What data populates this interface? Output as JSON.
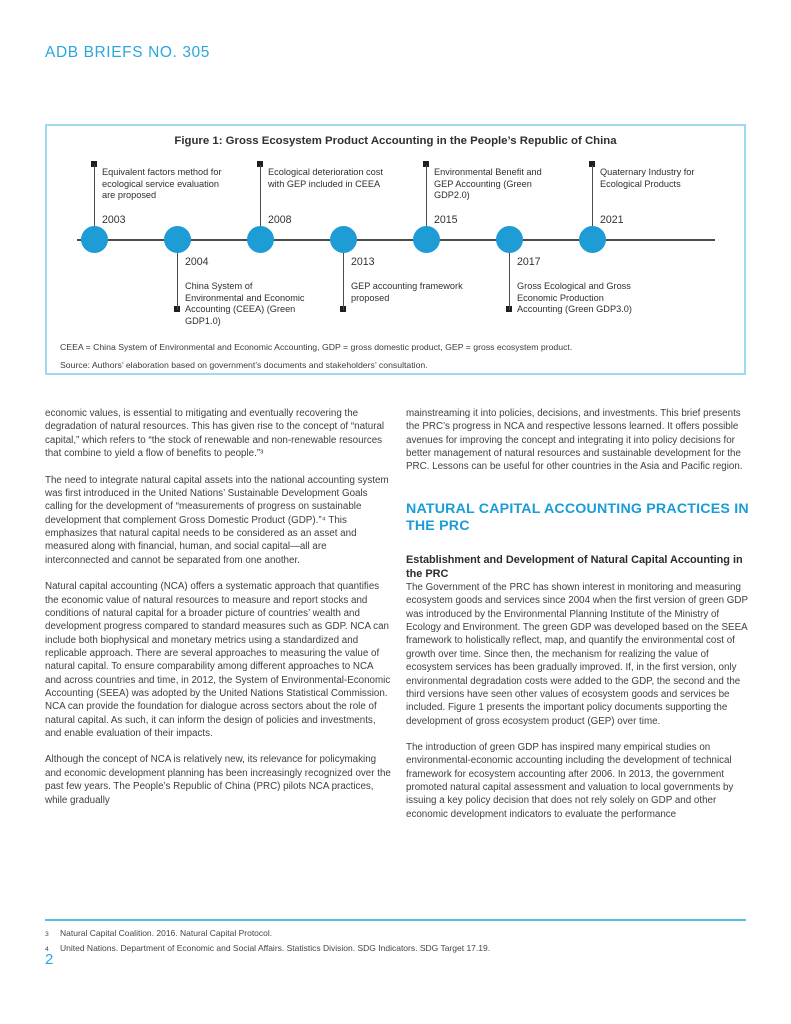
{
  "page": {
    "header": "ADB BRIEFS NO. 305",
    "page_number": "2"
  },
  "colors": {
    "accent_blue": "#2aa7de",
    "heading_blue": "#1a9cd8",
    "timeline_dot_blue": "#1e9cd6",
    "figure_border_blue": "#a2d9f2",
    "body_text": "#3f3f3f"
  },
  "figure": {
    "title": "Figure 1: Gross Ecosystem Product Accounting in the People’s Republic of China",
    "milestones": [
      {
        "year": "2003",
        "direction": "up",
        "label": "Equivalent factors method for ecological service evaluation are proposed"
      },
      {
        "year": "2004",
        "direction": "down",
        "label": "China System of Environmental and Economic Accounting (CEEA) (Green GDP1.0)"
      },
      {
        "year": "2008",
        "direction": "up",
        "label": "Ecological deterioration cost with GEP included in CEEA"
      },
      {
        "year": "2013",
        "direction": "down",
        "label": "GEP accounting framework proposed"
      },
      {
        "year": "2015",
        "direction": "up",
        "label": "Environmental Benefit and GEP Accounting (Green GDP2.0)"
      },
      {
        "year": "2017",
        "direction": "down",
        "label": "Gross Ecological and Gross Economic Production Accounting (Green GDP3.0)"
      },
      {
        "year": "2021",
        "direction": "up",
        "label": "Quaternary Industry for Ecological Products"
      }
    ],
    "abbreviations": "CEEA = China System of Environmental and Economic Accounting, GDP = gross domestic product, GEP = gross ecosystem product.",
    "source": "Source: Authors’ elaboration based on government’s documents and stakeholders’ consultation."
  },
  "columns": {
    "left": {
      "paragraphs": [
        "economic values, is essential to mitigating and eventually recovering the degradation of natural resources. This has given rise to the concept of “natural capital,” which refers to “the stock of renewable and non-renewable resources that combine to yield a flow of benefits to people.”³",
        "The need to integrate natural capital assets into the national accounting system was first introduced in the United Nations’ Sustainable Development Goals calling for the development of “measurements of progress on sustainable development that complement Gross Domestic Product (GDP).”⁴ This emphasizes that natural capital needs to be considered as an asset and measured along with financial, human, and social capital—all are interconnected and cannot be separated from one another.",
        "Natural capital accounting (NCA) offers a systematic approach that quantifies the economic value of natural resources to measure and report stocks and conditions of natural capital for a broader picture of countries’ wealth and development progress compared to standard measures such as GDP. NCA can include both biophysical and monetary metrics using a standardized and replicable approach. There are several approaches to measuring the value of natural capital. To ensure comparability among different approaches to NCA and across countries and time, in 2012, the System of Environmental-Economic Accounting (SEEA) was adopted by the United Nations Statistical Commission. NCA can provide the foundation for dialogue across sectors about the role of natural capital. As such, it can inform the design of policies and investments, and enable evaluation of their impacts.",
        "Although the concept of NCA is relatively new, its relevance for policymaking and economic development planning has been increasingly recognized over the past few years. The People’s Republic of China (PRC) pilots NCA practices, while gradually"
      ]
    },
    "right": {
      "intro_paragraph": "mainstreaming it into policies, decisions, and investments. This brief presents the PRC’s progress in NCA and respective lessons learned. It offers possible avenues for improving the concept and integrating it into policy decisions for better management of natural resources and sustainable development for the PRC. Lessons can be useful for other countries in the Asia and Pacific region.",
      "section_heading": "NATURAL CAPITAL ACCOUNTING PRACTICES IN THE PRC",
      "subsection_heading": "Establishment and Development of Natural Capital Accounting in the PRC",
      "paragraphs": [
        "The Government of the PRC has shown interest in monitoring and measuring ecosystem goods and services since 2004 when the first version of green GDP was introduced by the Environmental Planning Institute of the Ministry of Ecology and Environment. The green GDP was developed based on the SEEA framework to holistically reflect, map, and quantify the environmental cost of growth over time. Since then, the mechanism for realizing the value of ecosystem services has been gradually improved. If, in the first version, only environmental degradation costs were added to the GDP, the second and the third versions have seen other values of ecosystem goods and services be included. Figure 1 presents the important policy documents supporting the development of gross ecosystem product (GEP) over time.",
        "The introduction of green GDP has inspired many empirical studies on environmental-economic accounting including the development of technical framework for ecosystem accounting after 2006. In 2013, the government promoted natural capital assessment and valuation to local governments by issuing a key policy decision that does not rely solely on GDP and other economic development indicators to evaluate the performance"
      ]
    }
  },
  "footnotes": [
    {
      "marker": "3",
      "text": "Natural Capital Coalition. 2016. Natural Capital Protocol."
    },
    {
      "marker": "4",
      "text": "United Nations. Department of Economic and Social Affairs. Statistics Division. SDG Indicators. SDG Target 17.19."
    }
  ]
}
